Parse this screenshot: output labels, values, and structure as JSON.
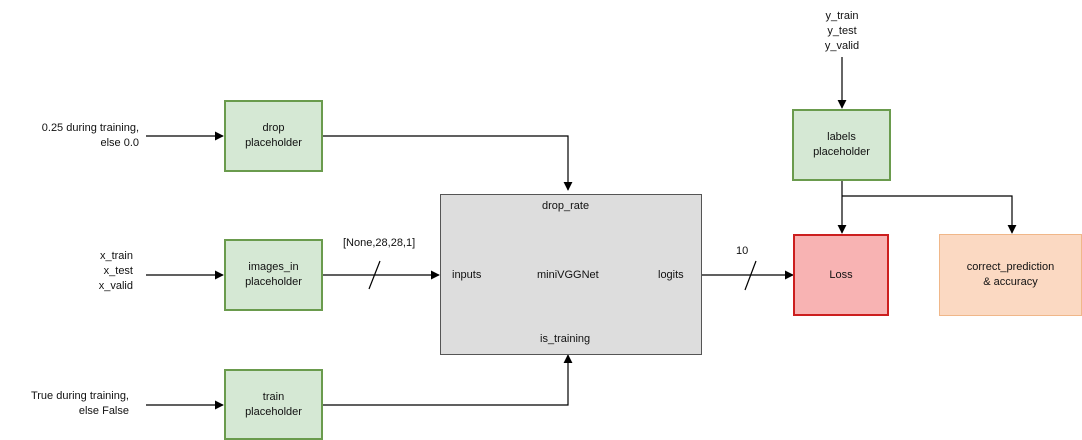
{
  "inputs": {
    "drop_text": "0.25 during training,\nelse 0.0",
    "images_text": "x_train\nx_test\nx_valid",
    "train_text": "True during training,\nelse False",
    "labels_text": "y_train\ny_test\ny_valid"
  },
  "boxes": {
    "drop": "drop\nplaceholder",
    "images_in": "images_in\nplaceholder",
    "train": "train\nplaceholder",
    "labels": "labels\nplaceholder",
    "loss": "Loss",
    "accuracy": "correct_prediction\n& accuracy"
  },
  "model": {
    "name": "miniVGGNet",
    "port_top": "drop_rate",
    "port_bottom": "is_training",
    "port_left": "inputs",
    "port_right": "logits"
  },
  "edge_labels": {
    "input_shape": "[None,28,28,1]",
    "logits_dim": "10"
  },
  "colors": {
    "green_fill": "#d5e8d4",
    "green_border": "#6a9b4d",
    "gray_fill": "#dddddd",
    "red_fill": "#f8b3b3",
    "red_border": "#cc1f1f",
    "orange_fill": "#fbd9c2",
    "orange_border": "#f0b789"
  }
}
